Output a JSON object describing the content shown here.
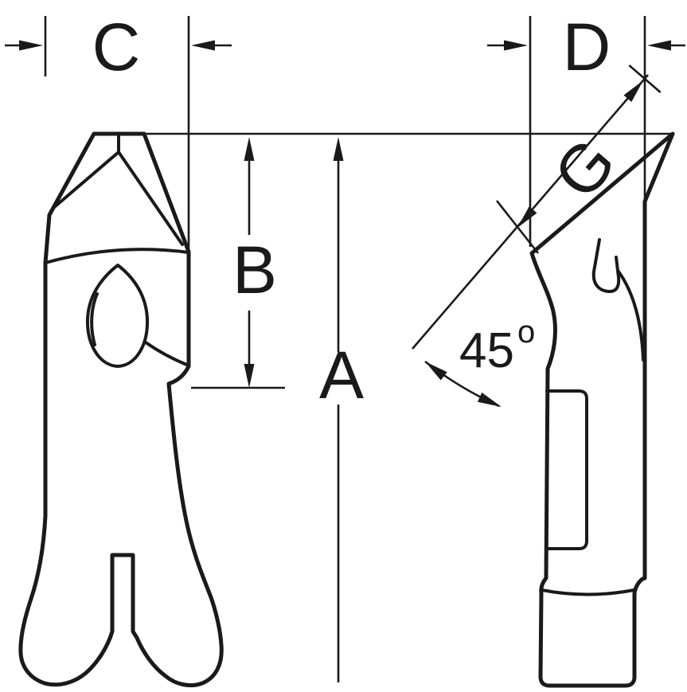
{
  "diagram": {
    "background": "#ffffff",
    "ink": "#1a1a1a",
    "labels": {
      "a": "A",
      "b": "B",
      "c": "C",
      "d": "D",
      "g": "G"
    },
    "angle": {
      "value": "45",
      "unit": "o"
    }
  }
}
